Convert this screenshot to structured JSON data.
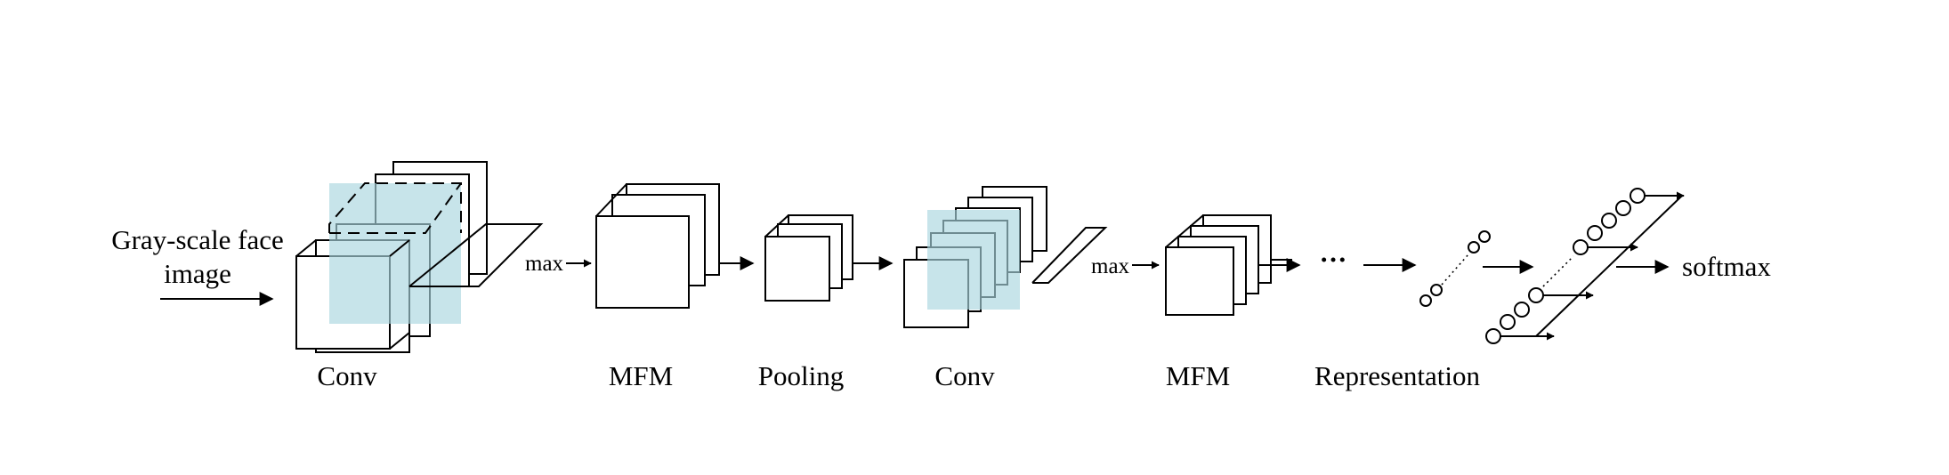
{
  "labels": {
    "input_line1": "Gray-scale face",
    "input_line2": "image",
    "conv1": "Conv",
    "mfm1": "MFM",
    "pooling": "Pooling",
    "conv2": "Conv",
    "mfm2": "MFM",
    "representation": "Representation",
    "max1": "max",
    "max2": "max",
    "ellipsis": "···",
    "output": "softmax"
  },
  "colors": {
    "highlight": "#a9d6df",
    "stroke": "#000000"
  }
}
